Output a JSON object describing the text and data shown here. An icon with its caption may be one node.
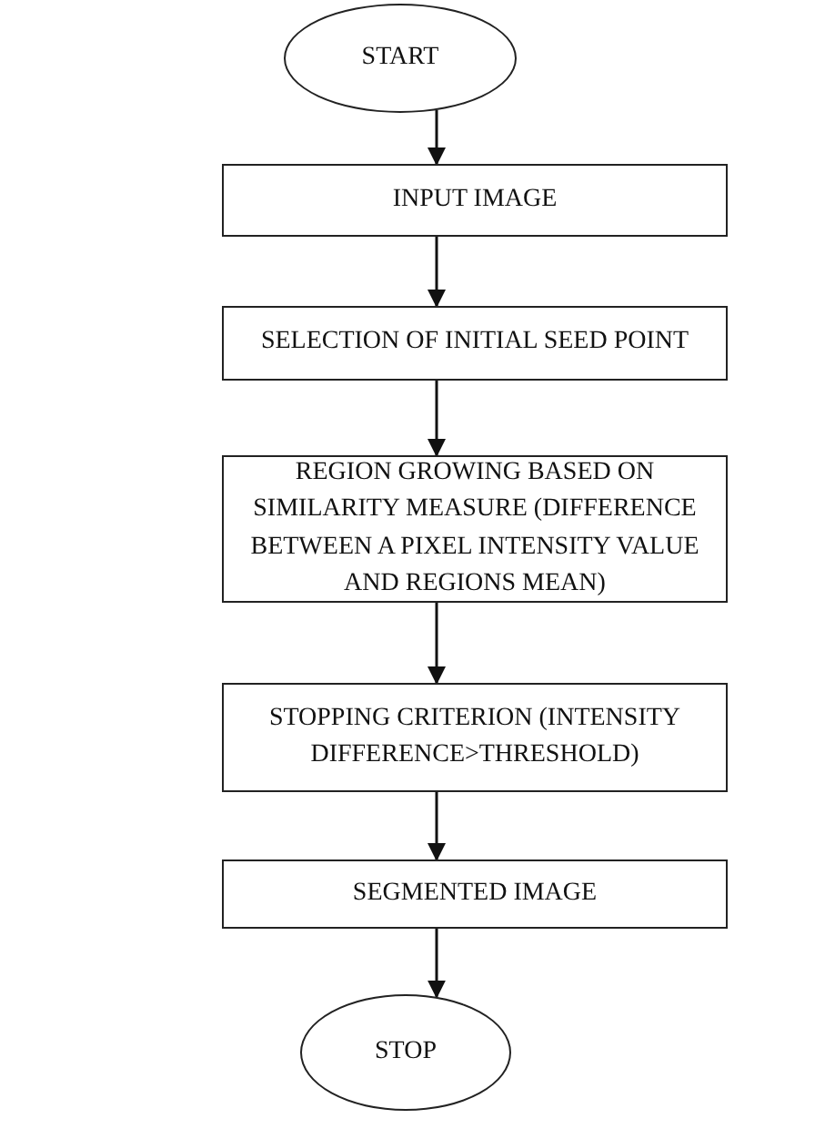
{
  "diagram": {
    "nodes": [
      {
        "text": [
          "START"
        ]
      },
      {
        "text": [
          "INPUT IMAGE"
        ]
      },
      {
        "text": [
          "SELECTION OF INITIAL SEED POINT"
        ]
      },
      {
        "text": [
          "REGION GROWING BASED ON SIMILARITY MEASURE (DIFFERENCE BETWEEN A PIXEL INTENSITY VALUE AND REGIONS MEAN)"
        ]
      },
      {
        "text": [
          "STOPPING CRITERION (INTENSITY DIFFERENCE>THRESHOLD)"
        ]
      },
      {
        "text": [
          "SEGMENTED IMAGE"
        ]
      },
      {
        "text": [
          "STOP"
        ]
      }
    ],
    "edges": [
      {
        "from": 0,
        "to": 1,
        "arrow": "to"
      },
      {
        "from": 1,
        "to": 2,
        "arrow": "to"
      },
      {
        "from": 2,
        "to": 3,
        "arrow": "to"
      },
      {
        "from": 3,
        "to": 4,
        "arrow": "to"
      },
      {
        "from": 4,
        "to": 5,
        "arrow": "to"
      },
      {
        "from": 5,
        "to": 6,
        "arrow": "to"
      }
    ]
  }
}
